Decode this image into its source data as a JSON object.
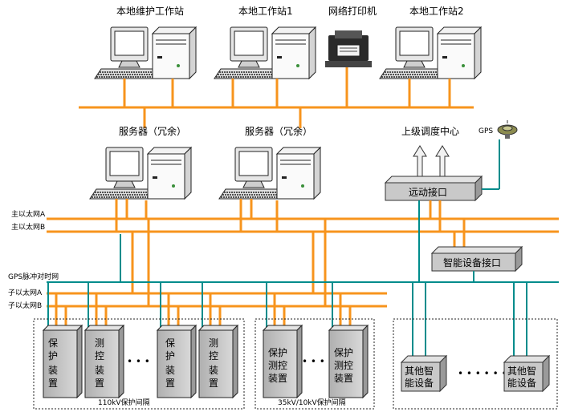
{
  "top_labels": {
    "maint_station": "本地维护工作站",
    "station1": "本地工作站1",
    "printer": "网络打印机",
    "station2": "本地工作站2"
  },
  "server_labels": {
    "server1": "服务器（冗余）",
    "server2": "服务器（冗余）"
  },
  "dispatch_center": "上级调度中心",
  "gps_label": "GPS",
  "remote_interface": "远动接口",
  "smart_interface": "智能设备接口",
  "network_labels": {
    "main_a": "主以太网A",
    "main_b": "主以太网B",
    "gps_pulse": "GPS脉冲对时网",
    "sub_a": "子以太网A",
    "sub_b": "子以太网B"
  },
  "bay_devices_110": [
    {
      "line1": "保",
      "line2": "护",
      "line3": "装",
      "line4": "置"
    },
    {
      "line1": "测",
      "line2": "控",
      "line3": "装",
      "line4": "置"
    },
    {
      "line1": "保",
      "line2": "护",
      "line3": "装",
      "line4": "置"
    },
    {
      "line1": "测",
      "line2": "控",
      "line3": "装",
      "line4": "置"
    }
  ],
  "bay_devices_35": [
    {
      "line1": "保护",
      "line2": "测控",
      "line3": "装置"
    },
    {
      "line1": "保护",
      "line2": "测控",
      "line3": "装置"
    }
  ],
  "other_devices": [
    {
      "line1": "其他智",
      "line2": "能设备"
    },
    {
      "line1": "其他智",
      "line2": "能设备"
    }
  ],
  "ellipsis_short": "• • •",
  "ellipsis_long": "• • • • • •",
  "group_labels": {
    "bay110": "110kV保护间隔",
    "bay35": "35kV/10kV保护间隔"
  },
  "colors": {
    "orange_net": "#f7941d",
    "teal_net": "#008c8c",
    "box_fill": "#c9c9c9",
    "device_fill": "#c8c8c8"
  }
}
